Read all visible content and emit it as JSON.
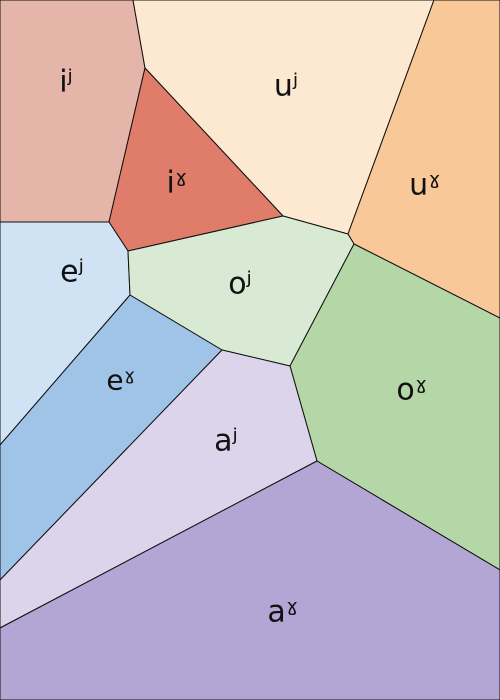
{
  "diagram": {
    "regions": [
      {
        "id": "ij",
        "text": "iʲ",
        "fill": "#e6b5aa"
      },
      {
        "id": "uj",
        "text": "uʲ",
        "fill": "#fde8d1"
      },
      {
        "id": "igamma",
        "text": "iˠ",
        "fill": "#df7c6a"
      },
      {
        "id": "ugamma",
        "text": "uˠ",
        "fill": "#f9c898"
      },
      {
        "id": "ej",
        "text": "eʲ",
        "fill": "#cfe3f4"
      },
      {
        "id": "oj",
        "text": "oʲ",
        "fill": "#d8ead3"
      },
      {
        "id": "egamma",
        "text": "eˠ",
        "fill": "#9fc4e8"
      },
      {
        "id": "ogamma",
        "text": "oˠ",
        "fill": "#b5d7a7"
      },
      {
        "id": "aj",
        "text": "aʲ",
        "fill": "#dcd4eb"
      },
      {
        "id": "agamma",
        "text": "aˠ",
        "fill": "#b3a6d4"
      }
    ]
  }
}
